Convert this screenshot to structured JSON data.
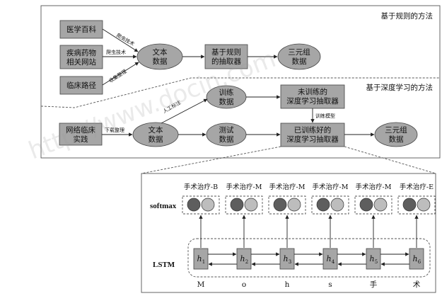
{
  "sections": {
    "rule_title": "基于规则的方法",
    "dl_title": "基于深度学习的方法"
  },
  "rule": {
    "src1": "医学百科",
    "src2_l1": "疾病药物",
    "src2_l2": "相关网站",
    "src3": "临床路径",
    "edge1": "爬虫技术",
    "edge2": "爬虫技术",
    "edge3": "收集整理",
    "text_l1": "文本",
    "text_l2": "数据",
    "extract_l1": "基于规则",
    "extract_l2": "的抽取器",
    "triple_l1": "三元组",
    "triple_l2": "数据"
  },
  "dl": {
    "src_l1": "网络临床",
    "src_l2": "实践",
    "edge_src": "下载整理",
    "text_l1": "文本",
    "text_l2": "数据",
    "train_l1": "训练",
    "train_l2": "数据",
    "test_l1": "测试",
    "test_l2": "数据",
    "edge_manual": "人工标注",
    "untrained_l1": "未训练的",
    "untrained_l2": "深度学习抽取器",
    "edge_train": "训练模型",
    "trained_l1": "已训练好的",
    "trained_l2": "深度学习抽取器",
    "triple_l1": "三元组",
    "triple_l2": "数据"
  },
  "lstm": {
    "softmax_label": "softmax",
    "lstm_label": "LSTM",
    "tags": [
      "手术治疗-B",
      "手术治疗-M",
      "手术治疗-M",
      "手术治疗-M",
      "手术治疗-M",
      "手术治疗-E"
    ],
    "hidden": [
      "1",
      "2",
      "3",
      "4",
      "5",
      "6"
    ],
    "hidden_prefix": "h",
    "inputs": [
      "M",
      "o",
      "h",
      "s",
      "手",
      "术"
    ]
  },
  "watermark": "http://www.docin.com",
  "colors": {
    "node_fill": "#a6a6a6",
    "dark_circle": "#5e5e5e",
    "light_circle": "#bdbdbd"
  }
}
